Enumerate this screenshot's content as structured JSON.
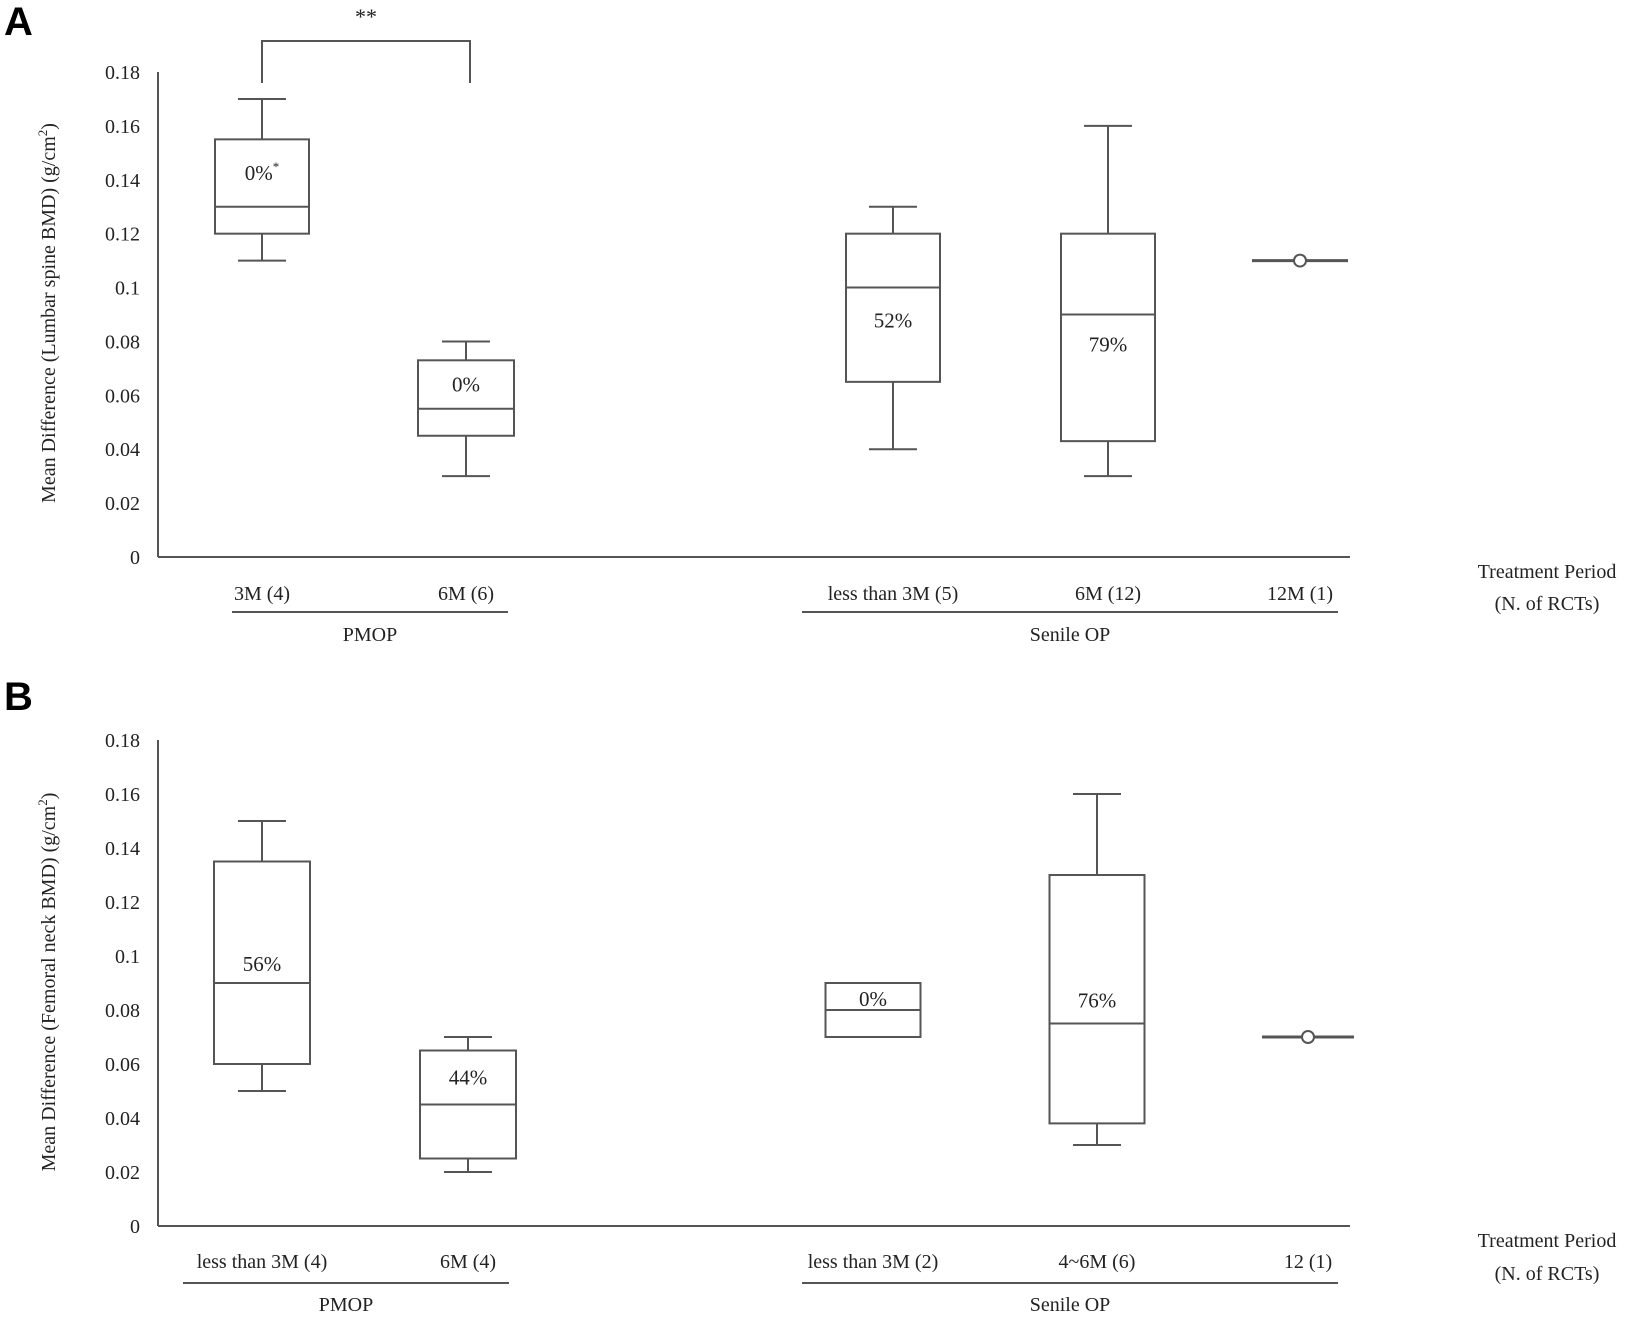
{
  "chart_data": [
    {
      "type": "box",
      "panel": "A",
      "title": "",
      "ylabel": "Mean Difference (Lumbar spine BMD) (g/cm²)",
      "xlabel": "Treatment Period (N. of RCTs)",
      "xlabel_lines": [
        "Treatment Period",
        "(N. of RCTs)"
      ],
      "ylim": [
        0,
        0.18
      ],
      "yticks": [
        "0",
        "0.02",
        "0.04",
        "0.06",
        "0.08",
        "0.1",
        "0.12",
        "0.14",
        "0.16",
        "0.18"
      ],
      "grid": false,
      "groups": [
        {
          "name": "PMOP",
          "categories": [
            "3M (4)",
            "6M (6)"
          ]
        },
        {
          "name": "Senile OP",
          "categories": [
            "less than 3M (5)",
            "6M (12)",
            "12M (1)"
          ]
        }
      ],
      "series": [
        {
          "category": "3M (4)",
          "group": "PMOP",
          "min": 0.11,
          "q1": 0.12,
          "median": 0.13,
          "q3": 0.155,
          "max": 0.17,
          "label": "0%*"
        },
        {
          "category": "6M (6)",
          "group": "PMOP",
          "min": 0.03,
          "q1": 0.045,
          "median": 0.055,
          "q3": 0.073,
          "max": 0.08,
          "label": "0%"
        },
        {
          "category": "less than 3M (5)",
          "group": "Senile OP",
          "min": 0.04,
          "q1": 0.065,
          "median": 0.1,
          "q3": 0.12,
          "max": 0.13,
          "label": "52%"
        },
        {
          "category": "6M (12)",
          "group": "Senile OP",
          "min": 0.03,
          "q1": 0.043,
          "median": 0.09,
          "q3": 0.12,
          "max": 0.16,
          "label": "79%"
        },
        {
          "category": "12M (1)",
          "group": "Senile OP",
          "value": 0.11,
          "single": true,
          "label": ""
        }
      ],
      "annotations": [
        {
          "type": "bracket",
          "between": [
            "3M (4)",
            "6M (6)"
          ],
          "text": "**"
        }
      ]
    },
    {
      "type": "box",
      "panel": "B",
      "title": "",
      "ylabel": "Mean Difference (Femoral neck BMD) (g/cm²)",
      "xlabel": "Treatment Period (N. of RCTs)",
      "xlabel_lines": [
        "Treatment Period",
        "(N. of RCTs)"
      ],
      "ylim": [
        0,
        0.18
      ],
      "yticks": [
        "0",
        "0.02",
        "0.04",
        "0.06",
        "0.08",
        "0.1",
        "0.12",
        "0.14",
        "0.16",
        "0.18"
      ],
      "grid": false,
      "groups": [
        {
          "name": "PMOP",
          "categories": [
            "less than 3M (4)",
            "6M (4)"
          ]
        },
        {
          "name": "Senile OP",
          "categories": [
            "less than 3M (2)",
            "4~6M (6)",
            "12 (1)"
          ]
        }
      ],
      "series": [
        {
          "category": "less than 3M (4)",
          "group": "PMOP",
          "min": 0.05,
          "q1": 0.06,
          "median": 0.09,
          "q3": 0.135,
          "max": 0.15,
          "label": "56%"
        },
        {
          "category": "6M (4)",
          "group": "PMOP",
          "min": 0.02,
          "q1": 0.025,
          "median": 0.045,
          "q3": 0.065,
          "max": 0.07,
          "label": "44%"
        },
        {
          "category": "less than 3M (2)",
          "group": "Senile OP",
          "min": 0.07,
          "q1": 0.07,
          "median": 0.08,
          "q3": 0.09,
          "max": 0.09,
          "label": "0%"
        },
        {
          "category": "4~6M (6)",
          "group": "Senile OP",
          "min": 0.03,
          "q1": 0.038,
          "median": 0.075,
          "q3": 0.13,
          "max": 0.16,
          "label": "76%"
        },
        {
          "category": "12 (1)",
          "group": "Senile OP",
          "value": 0.07,
          "single": true,
          "label": ""
        }
      ],
      "annotations": []
    }
  ]
}
